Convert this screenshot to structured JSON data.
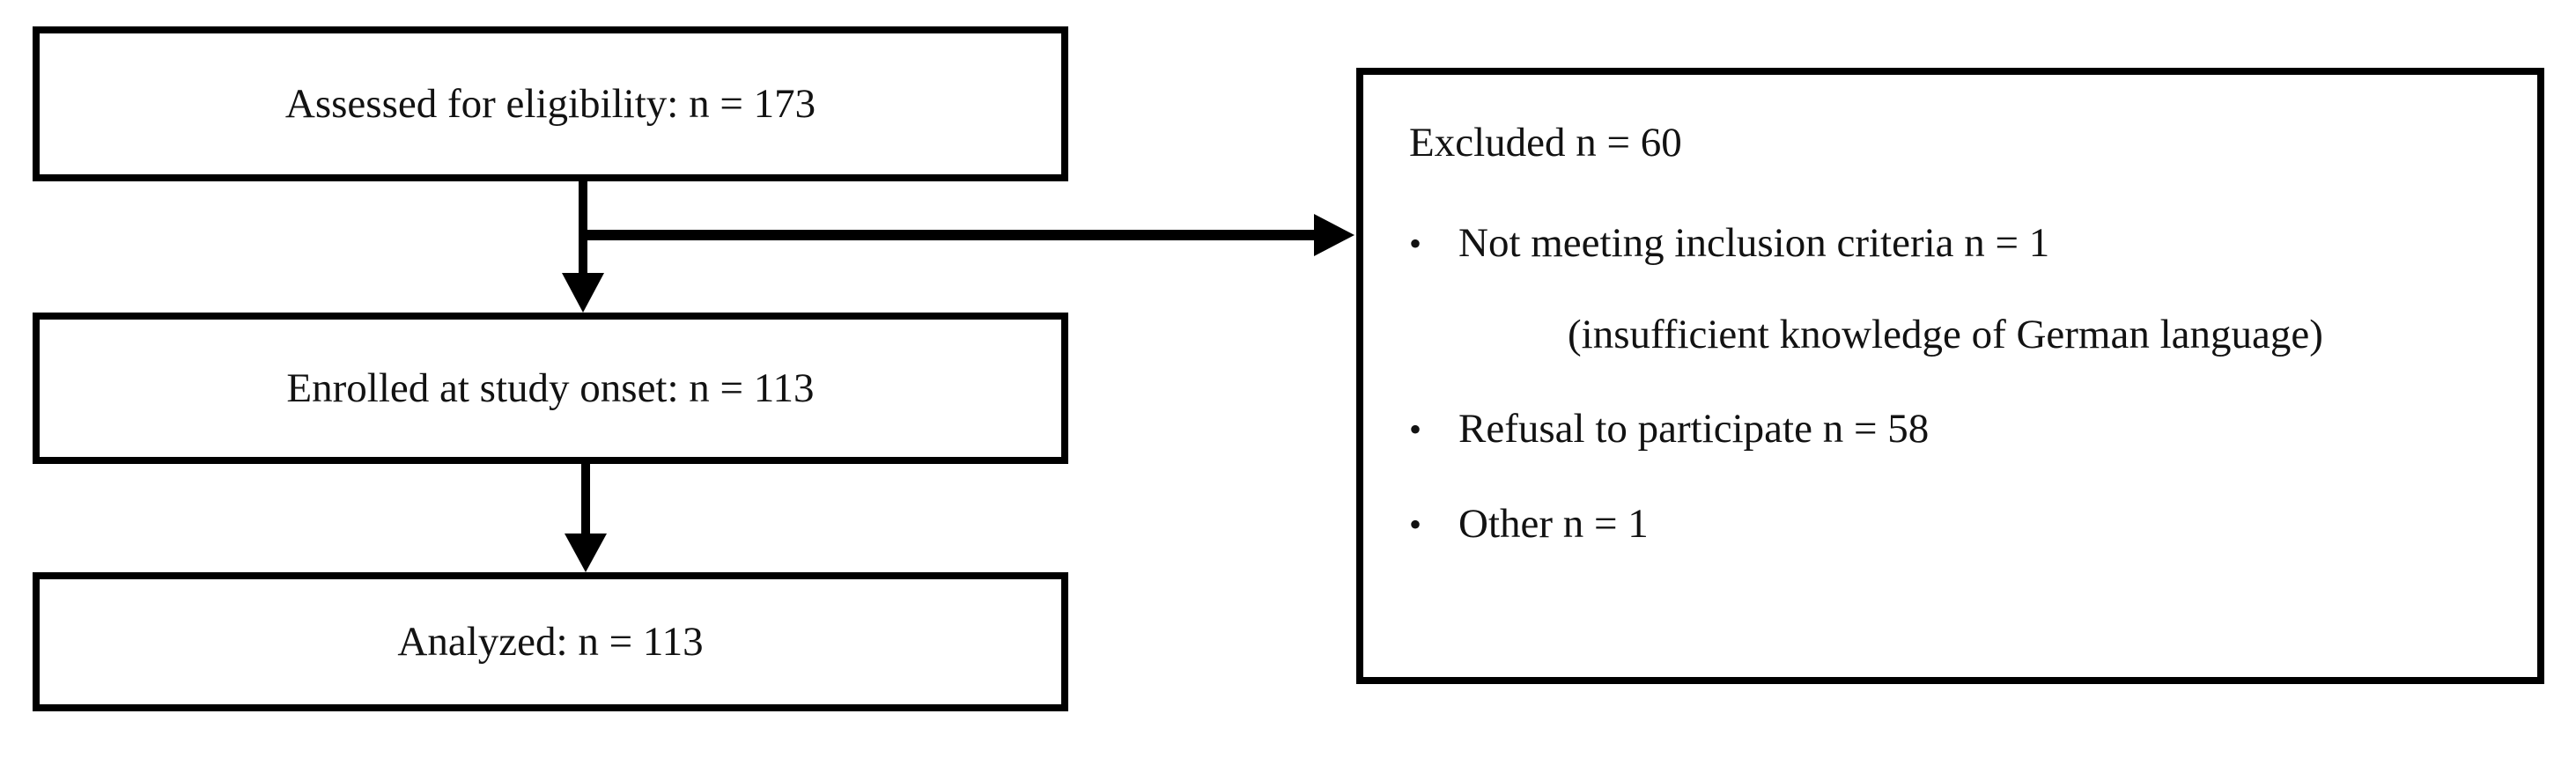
{
  "figure": {
    "type": "flowchart",
    "boxes": {
      "assessed": "Assessed for eligibility: n = 173",
      "enrolled": "Enrolled at study onset: n = 113",
      "analyzed": "Analyzed: n = 113"
    },
    "excluded": {
      "title": "Excluded n = 60",
      "bullet_char": "•",
      "items": [
        {
          "text": "Not meeting inclusion criteria n = 1",
          "note": "(insufficient knowledge of German language)"
        },
        {
          "text": "Refusal to participate n = 58"
        },
        {
          "text": "Other n = 1"
        }
      ]
    },
    "colors": {
      "line": "#000000",
      "text": "#121212",
      "background": "#ffffff"
    }
  }
}
